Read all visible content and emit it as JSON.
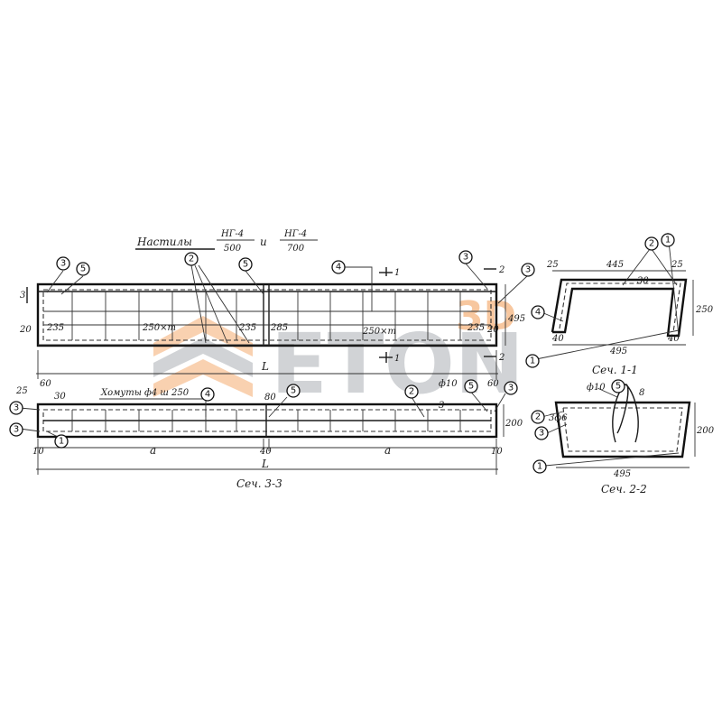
{
  "title": {
    "prefix": "Настилы",
    "mark1_top": "НГ-4",
    "mark1_bottom": "500",
    "conj": "и",
    "mark2_top": "НГ-4",
    "mark2_bottom": "700"
  },
  "watermark": {
    "badge": "3D",
    "word": "ETON"
  },
  "plan": {
    "callouts": [
      "3",
      "5",
      "2",
      "5",
      "4",
      "3",
      "3"
    ],
    "dims": {
      "left_edge": "235",
      "spacing_left": "250×m",
      "mid_left": "235",
      "mid_right": "285",
      "spacing_right": "250×m",
      "right_edge": "235",
      "side_20": "20",
      "side_20_right": "20",
      "length": "L",
      "height_right": "495"
    },
    "section_marks": [
      "3",
      "1",
      "1",
      "2",
      "2"
    ]
  },
  "elevation": {
    "stirrups_label": "Хомуты ф4 ш 250",
    "callouts": [
      "3",
      "3",
      "1",
      "4",
      "5",
      "2",
      "5",
      "3"
    ],
    "dims": {
      "d25": "25",
      "d60": "60",
      "d30": "30",
      "d10_left": "10",
      "a_left": "a",
      "d40": "40",
      "a_right": "a",
      "d10_right": "10",
      "length": "L",
      "d80": "80",
      "d60_right": "60",
      "phi10": "ф10",
      "height": "200",
      "d3": "3"
    },
    "caption": "Сеч. 3-3"
  },
  "section11": {
    "dims": {
      "d25_left": "25",
      "d445": "445",
      "d25_right": "25",
      "d30": "30",
      "height": "250",
      "d40_left": "40",
      "d40_right": "40",
      "width": "495"
    },
    "callouts": [
      "2",
      "1",
      "4",
      "1"
    ],
    "caption": "Сеч. 1-1"
  },
  "section22": {
    "dims": {
      "phi10": "ф10",
      "d3phi6": "3ф6",
      "height": "200",
      "width": "495",
      "d8": "8"
    },
    "callouts": [
      "5",
      "2",
      "3",
      "1"
    ],
    "caption": "Сеч. 2-2"
  }
}
